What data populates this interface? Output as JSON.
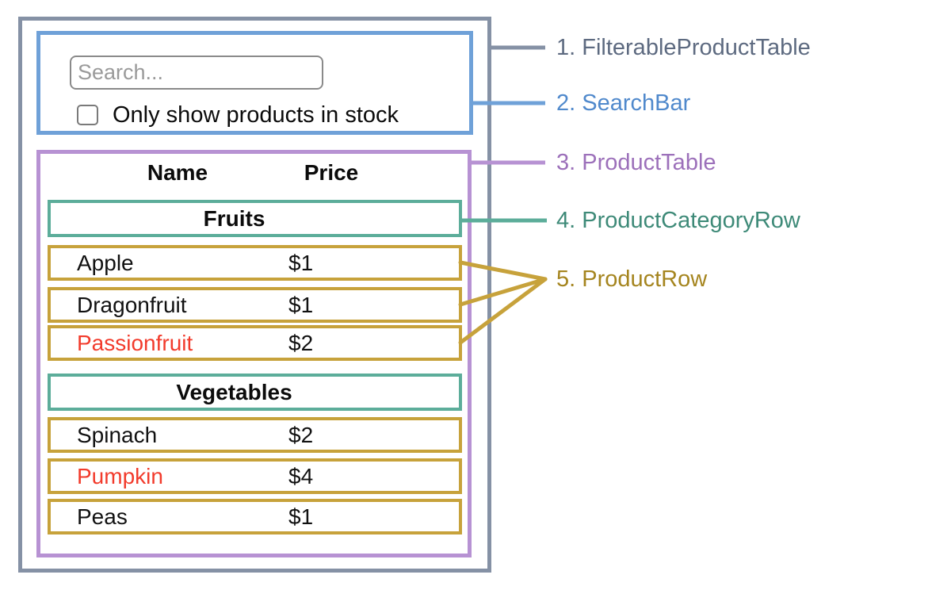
{
  "colors": {
    "slate_border": "#8591a5",
    "slate_text": "#5d6a80",
    "blue_border": "#6fa1d8",
    "blue_text": "#5089cc",
    "purple_border": "#b792d3",
    "purple_text": "#9c70ba",
    "teal_border": "#5cad9a",
    "teal_text": "#3e8a78",
    "gold_border": "#c7a23b",
    "gold_text": "#a5851f",
    "red_text": "#f23b2c",
    "black_text": "#111111"
  },
  "annotations": [
    {
      "label": "1. FilterableProductTable",
      "color": "#5d6a80"
    },
    {
      "label": "2. SearchBar",
      "color": "#5089cc"
    },
    {
      "label": "3. ProductTable",
      "color": "#9c70ba"
    },
    {
      "label": "4. ProductCategoryRow",
      "color": "#3e8a78"
    },
    {
      "label": "5. ProductRow",
      "color": "#a5851f"
    }
  ],
  "search_bar": {
    "placeholder": "Search...",
    "checkbox_label": "Only show products in stock"
  },
  "product_table": {
    "headers": {
      "name": "Name",
      "price": "Price"
    },
    "sections": [
      {
        "category": "Fruits",
        "rows": [
          {
            "name": "Apple",
            "price": "$1",
            "name_color": "#111111"
          },
          {
            "name": "Dragonfruit",
            "price": "$1",
            "name_color": "#111111"
          },
          {
            "name": "Passionfruit",
            "price": "$2",
            "name_color": "#f23b2c"
          }
        ]
      },
      {
        "category": "Vegetables",
        "rows": [
          {
            "name": "Spinach",
            "price": "$2",
            "name_color": "#111111"
          },
          {
            "name": "Pumpkin",
            "price": "$4",
            "name_color": "#f23b2c"
          },
          {
            "name": "Peas",
            "price": "$1",
            "name_color": "#111111"
          }
        ]
      }
    ]
  }
}
